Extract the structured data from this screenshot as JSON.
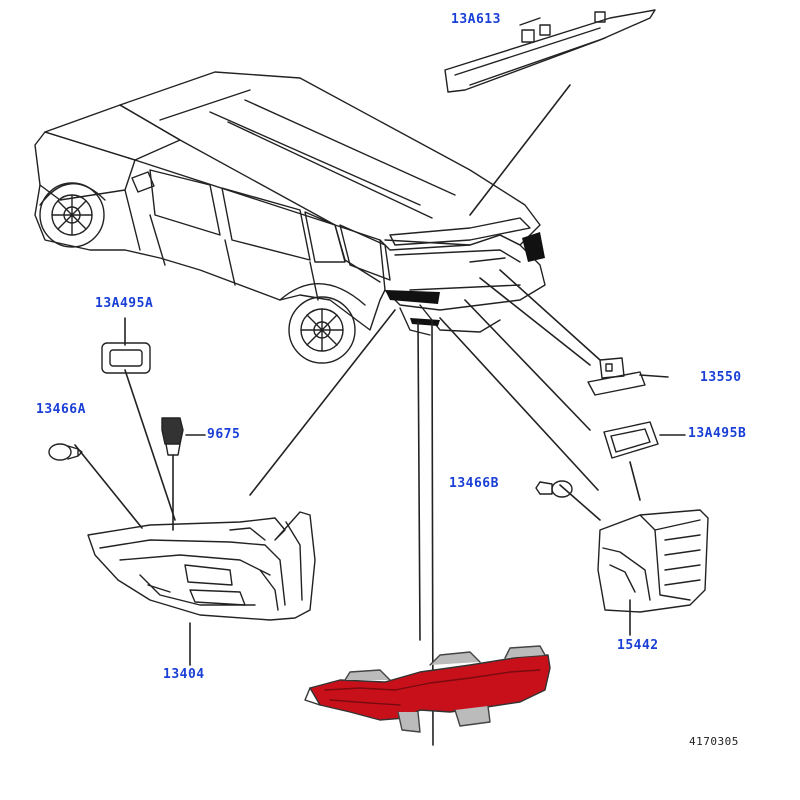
{
  "colors": {
    "label": "#1a3fd6",
    "line": "#222222",
    "highlight": "#c8101a"
  },
  "parts": [
    {
      "id": "13A613",
      "label": "13A613"
    },
    {
      "id": "13A495A",
      "label": "13A495A"
    },
    {
      "id": "13466A",
      "label": "13466A"
    },
    {
      "id": "9675",
      "label": "9675"
    },
    {
      "id": "13550",
      "label": "13550"
    },
    {
      "id": "13A495B",
      "label": "13A495B"
    },
    {
      "id": "13466B",
      "label": "13466B"
    },
    {
      "id": "13404",
      "label": "13404"
    },
    {
      "id": "15442",
      "label": "15442"
    }
  ],
  "reference_number": "4170305"
}
